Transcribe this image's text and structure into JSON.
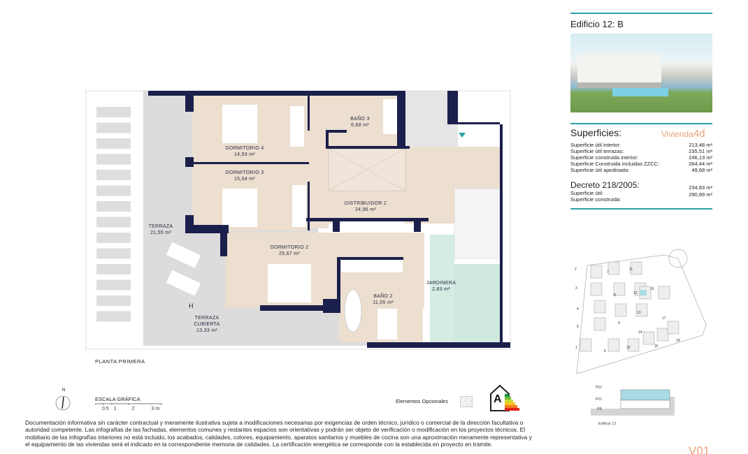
{
  "plan": {
    "title": "PLANTA PRIMERA",
    "rooms": [
      {
        "name": "DORMITORIO 4",
        "area": "14,93 m²"
      },
      {
        "name": "DORMITORIO 3",
        "area": "15,04 m²"
      },
      {
        "name": "BAÑO 3",
        "area": "6,68 m²"
      },
      {
        "name": "DISTRIBUIDOR 2",
        "area": "24,96 m²"
      },
      {
        "name": "DORMITORIO 2",
        "area": "25,67 m²"
      },
      {
        "name": "BAÑO 2",
        "area": "11,05 m²"
      },
      {
        "name": "JARDINERA",
        "area": "2,83 m²"
      },
      {
        "name": "TERRAZA",
        "area": "21,55 m²"
      },
      {
        "name": "TERRAZA CUBIERTA",
        "area": "13,33 m²"
      }
    ],
    "h_mark": "H"
  },
  "legend": {
    "north": "N",
    "scale_title": "ESCALA GRÁFICA",
    "scale_ticks": [
      "0.5",
      "1",
      "2",
      "3 m"
    ],
    "optional": "Elementos Opcionales",
    "energy_class": "A"
  },
  "disclaimer": "Documentación informativa sin carácter contractual y meramente ilustrativa sujeta a modificaciones necesarias por exigencias de orden técnico, jurídico o comercial de la dirección facultativa o autoridad competente. Las infografías de las fachadas, elementos comunes y restantes espacios son orientativas y podrán ser objeto de verificación o modificación en los proyectos técnicos. El mobiliario de las infografías interiores no está incluido, los acabados, calidades, colores, equipamiento, aparatos sanitarios y muebles de cocina son una aproximación meramente representativa y el equipamiento de las viviendas será el indicado en la correspondiente memoria de calidades. La certificación energética se corresponde con la establecida en proyecto en trámite.",
  "side": {
    "building": "Edificio 12: B",
    "surfaces_title": "Superficies:",
    "unit_prefix": "Vivienda",
    "unit_type": "4d",
    "surfaces": [
      {
        "label": "Superficie útil interior:",
        "value": "213,48 m²"
      },
      {
        "label": "Superficie útil terrazas:",
        "value": "235,51 m²"
      },
      {
        "label": "Superficie construida interior:",
        "value": "246,13 m²"
      },
      {
        "label": "Superficie Construida incluidas ZZCC:",
        "value": "264,44 m²"
      },
      {
        "label": "Superficie útil ajardinada:",
        "value": "49,68 m²"
      }
    ],
    "decree_title": "Decreto 218/2005:",
    "decree": [
      {
        "label": "Superficie útil:",
        "value": "234,83 m²"
      },
      {
        "label": "Superficie construida:",
        "value": "290,89 m²"
      }
    ],
    "site_numbers": [
      "1",
      "2",
      "3",
      "4",
      "5",
      "6",
      "7",
      "8",
      "9",
      "10",
      "11",
      "12",
      "13",
      "14",
      "15",
      "16",
      "17",
      "18"
    ],
    "levels": [
      "P02",
      "P01",
      "PB"
    ],
    "section_caption": "Edificio 12",
    "version": "V01"
  },
  "colors": {
    "wall": "#1b1f4b",
    "room": "#ecdfd0",
    "terrace": "#dcdcdc",
    "accent": "#2aa3a6",
    "highlight": "#a8dbe3",
    "orange": "#e8a27a"
  }
}
